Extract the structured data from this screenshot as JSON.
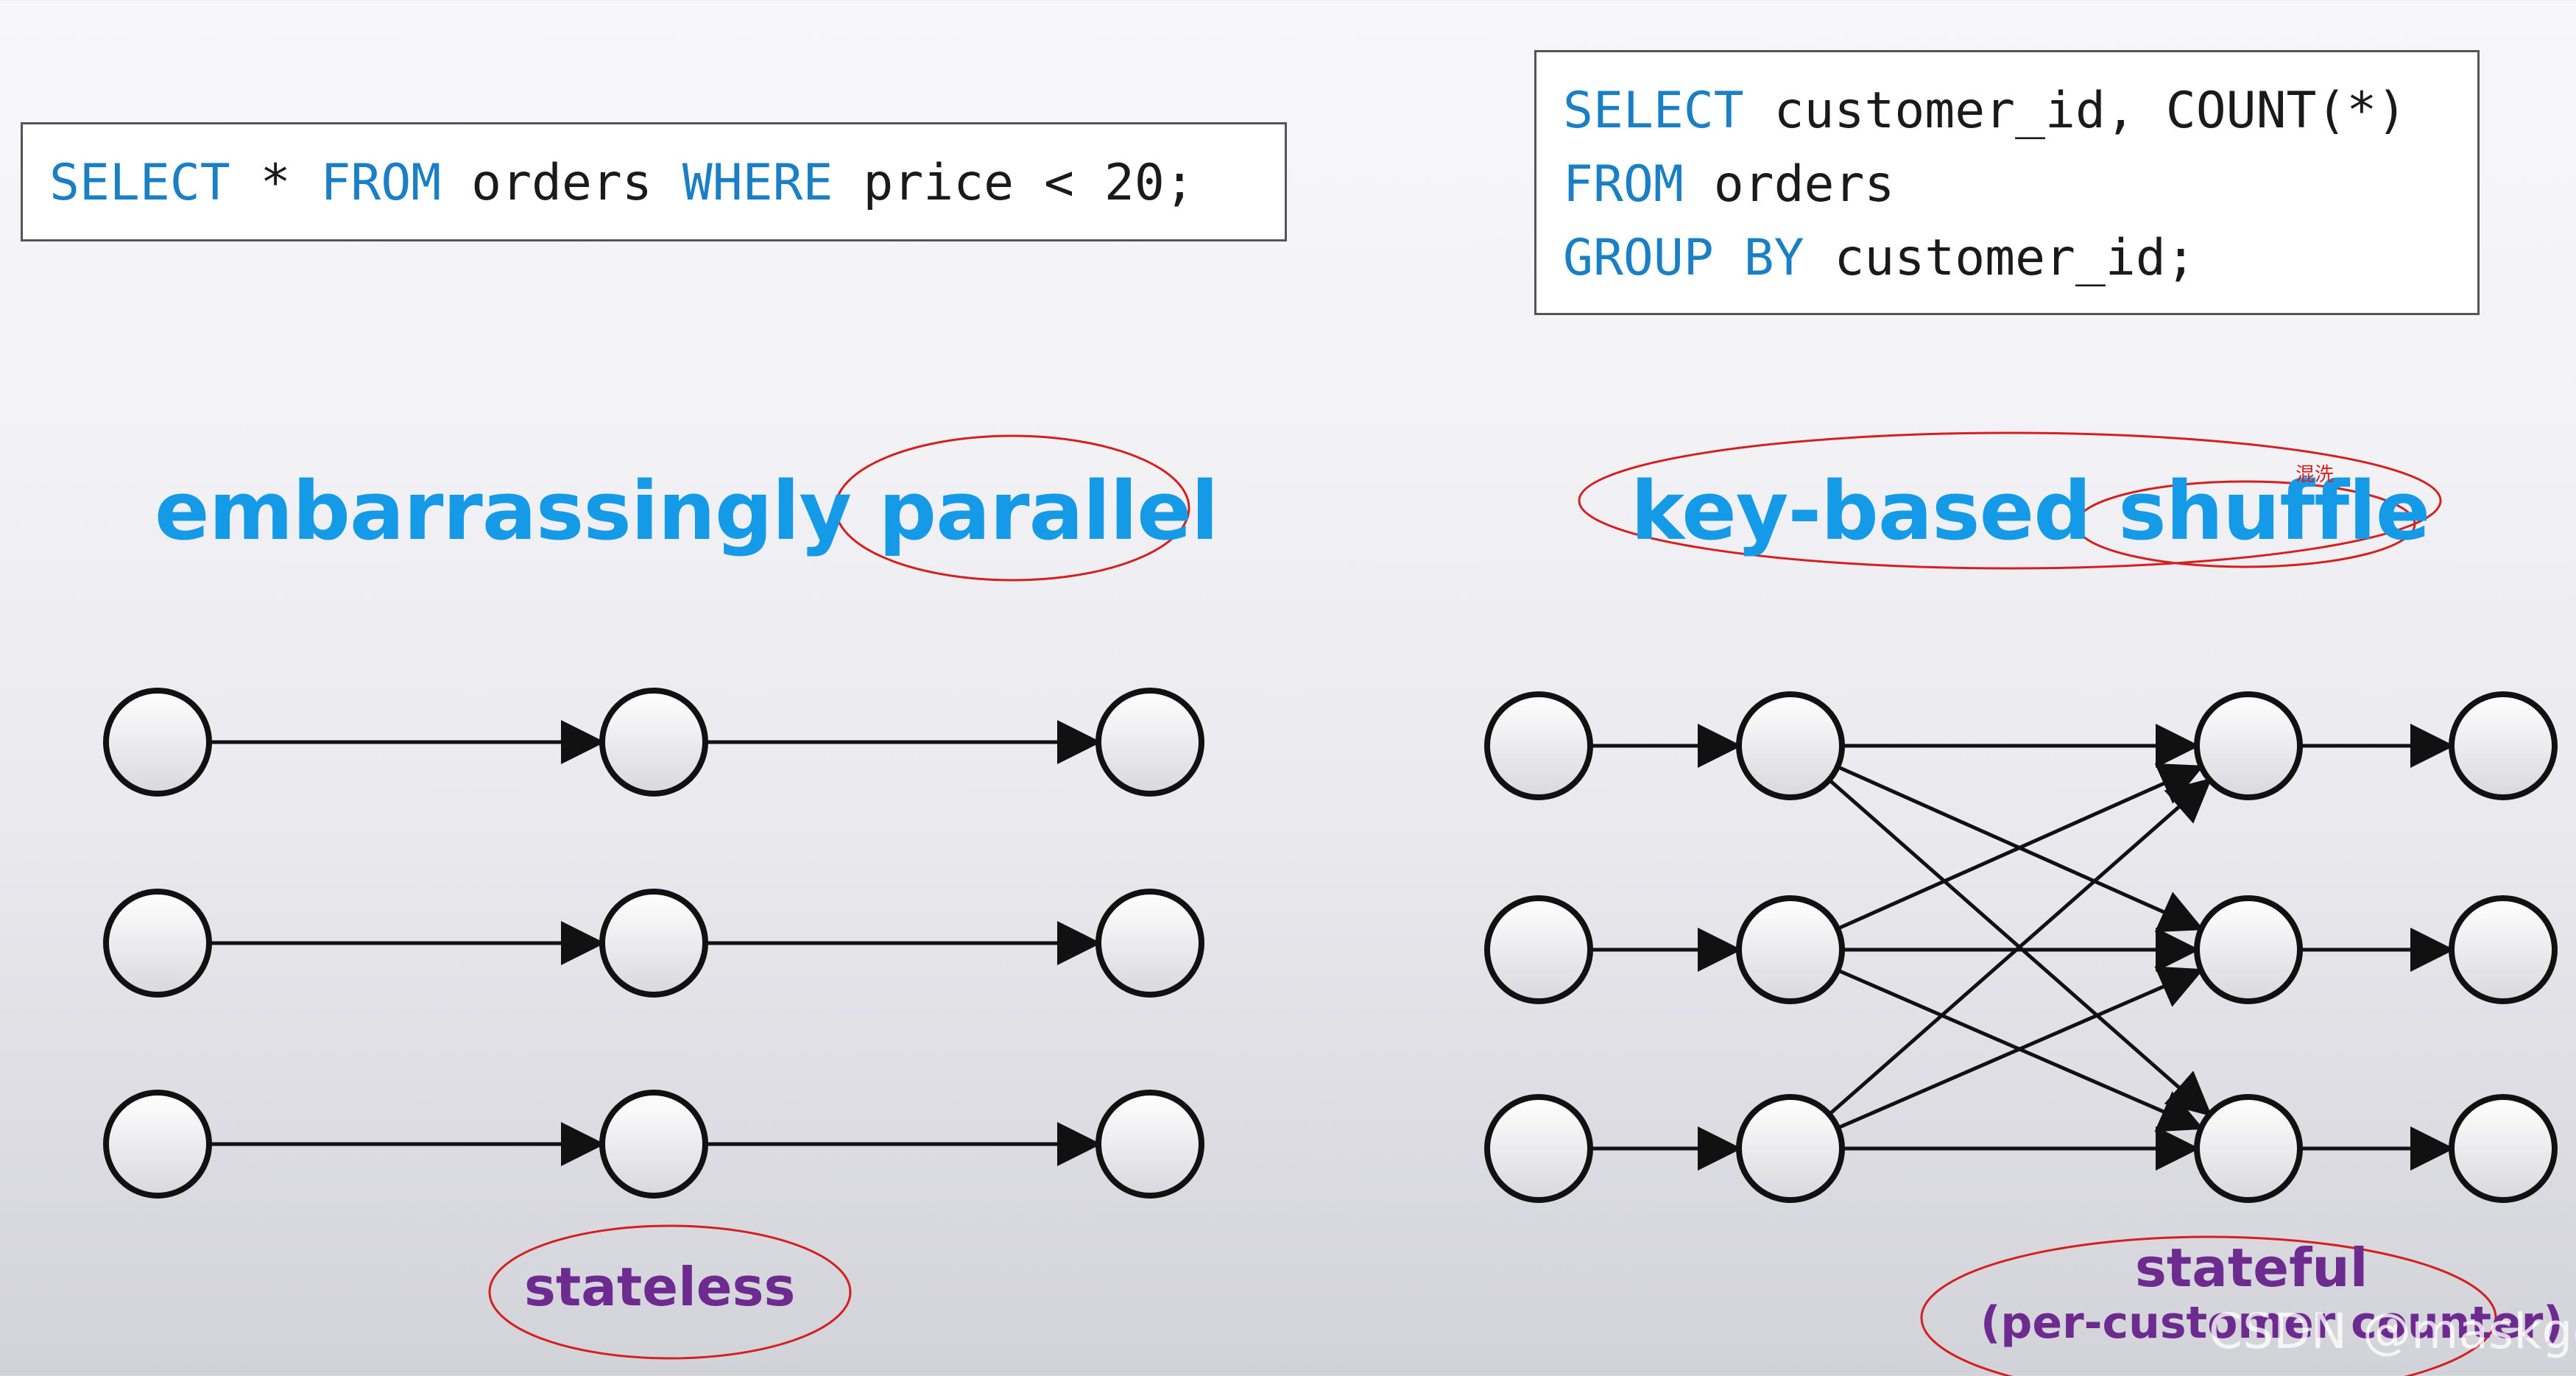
{
  "code_left": {
    "lines": [
      [
        {
          "t": "SELECT",
          "kw": true
        },
        {
          "t": " * ",
          "kw": false
        },
        {
          "t": "FROM",
          "kw": true
        },
        {
          "t": " orders ",
          "kw": false
        },
        {
          "t": "WHERE",
          "kw": true
        },
        {
          "t": " price < 20;",
          "kw": false
        }
      ]
    ]
  },
  "code_right": {
    "lines": [
      [
        {
          "t": "SELECT",
          "kw": true
        },
        {
          "t": " customer_id, COUNT(*)",
          "kw": false
        }
      ],
      [
        {
          "t": "FROM",
          "kw": true
        },
        {
          "t": " orders",
          "kw": false
        }
      ],
      [
        {
          "t": "GROUP BY",
          "kw": true
        },
        {
          "t": " customer_id;",
          "kw": false
        }
      ]
    ]
  },
  "left_title": "embarrassingly parallel",
  "right_title": "key-based shuffle",
  "annotation_shuffle": "混洗",
  "left_label": "stateless",
  "right_label": "stateful",
  "right_sublabel": "(per-customer counter)",
  "watermark": "CSDN @maskge",
  "colors": {
    "keyword": "#1a7fc4",
    "title": "#159ae8",
    "label": "#6d2b8f",
    "annotation": "#d42020"
  }
}
